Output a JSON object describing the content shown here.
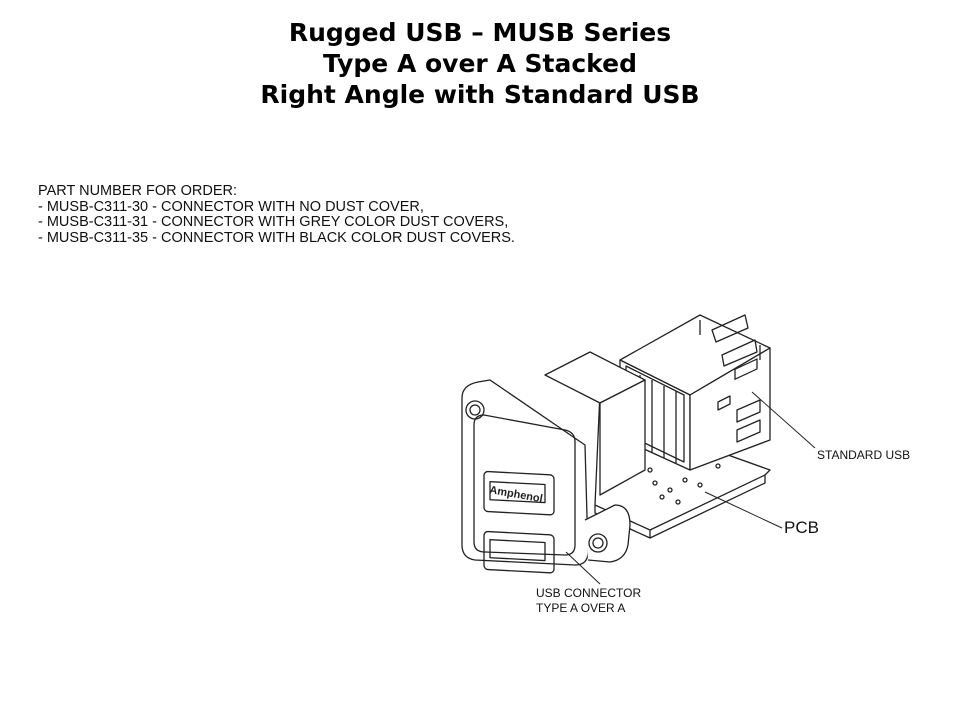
{
  "header": {
    "title_lines": [
      "Rugged USB – MUSB Series",
      "Type A over A Stacked",
      "Right Angle with Standard USB"
    ]
  },
  "order_info": {
    "heading": "PART NUMBER FOR ORDER:",
    "items": [
      "- MUSB-C311-30 - CONNECTOR WITH NO DUST COVER,",
      "- MUSB-C311-31 - CONNECTOR WITH GREY COLOR DUST COVERS,",
      "- MUSB-C311-35 - CONNECTOR WITH BLACK COLOR DUST COVERS."
    ]
  },
  "drawing": {
    "logo_text": "Amphenol",
    "callouts": {
      "standard_usb": "STANDARD USB",
      "pcb": "PCB",
      "usb_connector_lines": [
        "USB CONNECTOR",
        "TYPE A OVER A"
      ]
    }
  }
}
